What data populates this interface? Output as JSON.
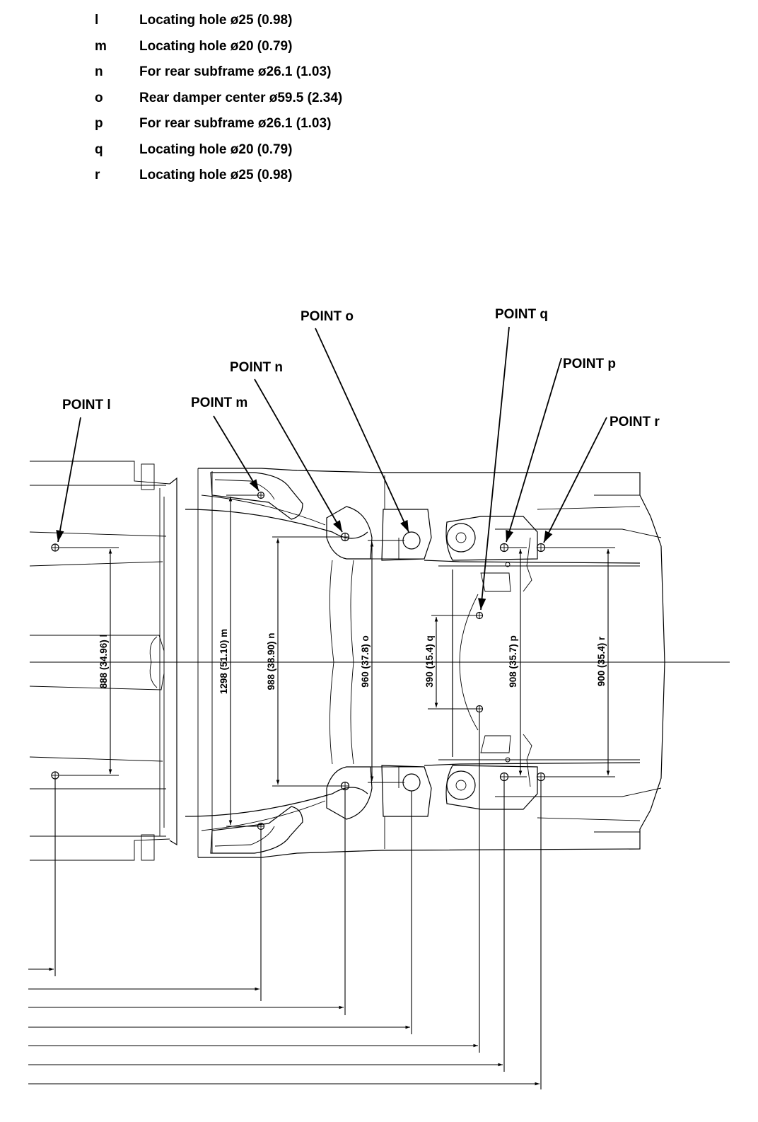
{
  "legend": [
    {
      "key": "l",
      "text": "Locating hole ø25 (0.98)"
    },
    {
      "key": "m",
      "text": "Locating hole ø20 (0.79)"
    },
    {
      "key": "n",
      "text": "For rear subframe ø26.1 (1.03)"
    },
    {
      "key": "o",
      "text": "Rear damper center ø59.5 (2.34)"
    },
    {
      "key": "p",
      "text": "For rear subframe ø26.1 (1.03)"
    },
    {
      "key": "q",
      "text": "Locating hole ø20 (0.79)"
    },
    {
      "key": "r",
      "text": "Locating hole ø25 (0.98)"
    }
  ],
  "points": {
    "l": "POINT l",
    "m": "POINT m",
    "n": "POINT n",
    "o": "POINT o",
    "p": "POINT p",
    "q": "POINT q",
    "r": "POINT r"
  },
  "dimensions": {
    "l": "888 (34.96) l",
    "m": "1298 (51.10) m",
    "n": "988 (38.90) n",
    "o": "960 (37.8) o",
    "q": "390 (15.4) q",
    "p": "908 (35.7) p",
    "r": "900 (35.4) r"
  }
}
